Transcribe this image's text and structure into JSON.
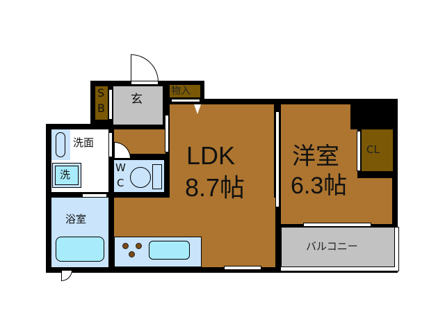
{
  "floorplan": {
    "rooms": {
      "ldk": {
        "name": "LDK",
        "size": "8.7帖"
      },
      "western": {
        "name": "洋室",
        "size": "6.3帖"
      },
      "entrance": {
        "name": "玄"
      },
      "storage": {
        "name": "物入"
      },
      "shoe_box": {
        "line1": "S",
        "line2": "B"
      },
      "closet": {
        "name": "CL"
      },
      "washroom": {
        "name": "洗面"
      },
      "washer": {
        "name": "洗"
      },
      "toilet": {
        "line1": "W",
        "line2": "C"
      },
      "bathroom": {
        "name": "浴室"
      },
      "balcony": {
        "name": "バルコニー"
      }
    },
    "colors": {
      "floor": "#ad7530",
      "wall": "#000000",
      "tile": "#c9e4fb",
      "entrance": "#c2c2c2",
      "storage": "#7a5806",
      "fixture": "#a8ecfb"
    }
  }
}
